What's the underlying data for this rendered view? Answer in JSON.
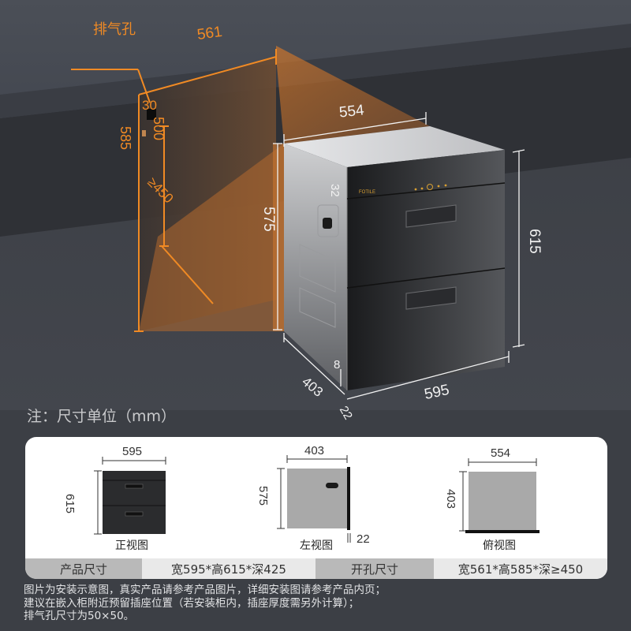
{
  "scene": {
    "cutout": {
      "vent_label": "排气孔",
      "width": "561",
      "height": "585",
      "inner_height": "500",
      "vent_offset": "30",
      "depth": "≥450"
    },
    "product": {
      "top_width": "554",
      "side_height": "575",
      "front_height": "615",
      "side_depth": "403",
      "front_width": "595",
      "panel_top_offset": "32",
      "bottom_offset": "8",
      "panel_thickness": "22",
      "brand_mark": "FOTILE"
    }
  },
  "note": {
    "unit": "注：尺寸单位（mm）"
  },
  "views": {
    "front": {
      "caption": "正视图",
      "width": "595",
      "height": "615"
    },
    "left": {
      "caption": "左视图",
      "width": "403",
      "height": "575",
      "thickness": "22"
    },
    "top": {
      "caption": "俯视图",
      "width": "554",
      "depth": "403"
    }
  },
  "specs": {
    "product_size_label": "产品尺寸",
    "product_size_value": "宽595*高615*深425",
    "cutout_size_label": "开孔尺寸",
    "cutout_size_value": "宽561*高585*深≥450"
  },
  "footnotes": [
    "图片为安装示意图，真实产品请参考产品图片，详细安装图请参考产品内页；",
    "建议在嵌入柜附近预留插座位置（若安装柜内，插座厚度需另外计算）；",
    "排气孔尺寸为50×50。"
  ],
  "colors": {
    "accent_orange": "#f08a24",
    "background": "#3c3f45",
    "panel": "#ffffff",
    "spec_key_bg": "#b9b9b9",
    "spec_val_bg": "#e9e9e9"
  }
}
